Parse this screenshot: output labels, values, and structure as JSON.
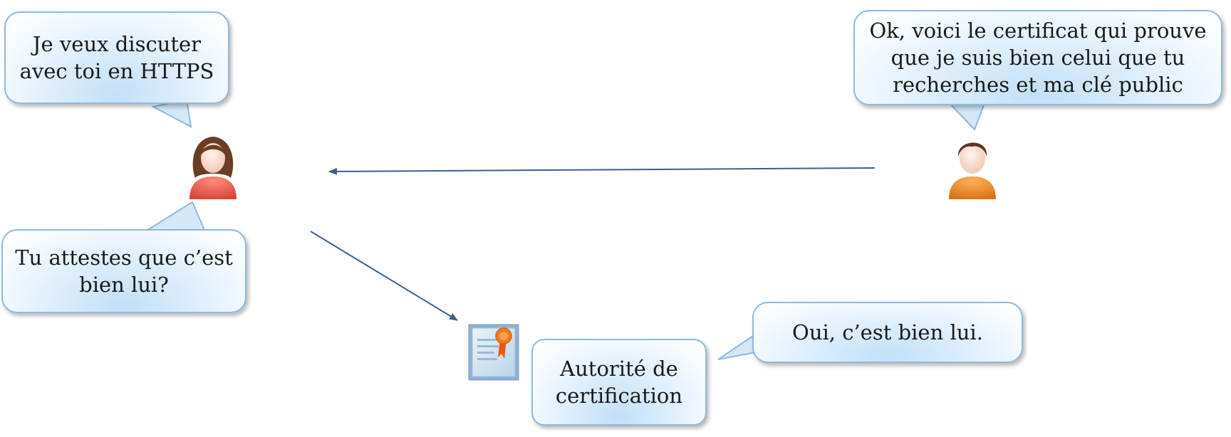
{
  "bubbles": {
    "alice_request": "Je veux discuter\navec toi en HTTPS",
    "server_reply": "Ok, voici le certificat qui prouve\nque je suis bien celui que tu\nrecherches et ma clé public",
    "alice_question": "Tu attestes que c’est\nbien lui?",
    "ca_reply": "Oui, c’est bien lui.",
    "ca_label": "Autorité de\ncertification"
  },
  "icons": {
    "woman": "woman-user-icon",
    "man": "man-user-icon",
    "certificate": "certificate-icon"
  },
  "colors": {
    "bubble_border": "#8fb9dc",
    "bubble_fill": "#c2e0f8",
    "arrow": "#3d5f8f",
    "woman_shirt": "#e4584a",
    "man_shirt": "#e8872e",
    "certificate_ribbon": "#f07c1e"
  }
}
